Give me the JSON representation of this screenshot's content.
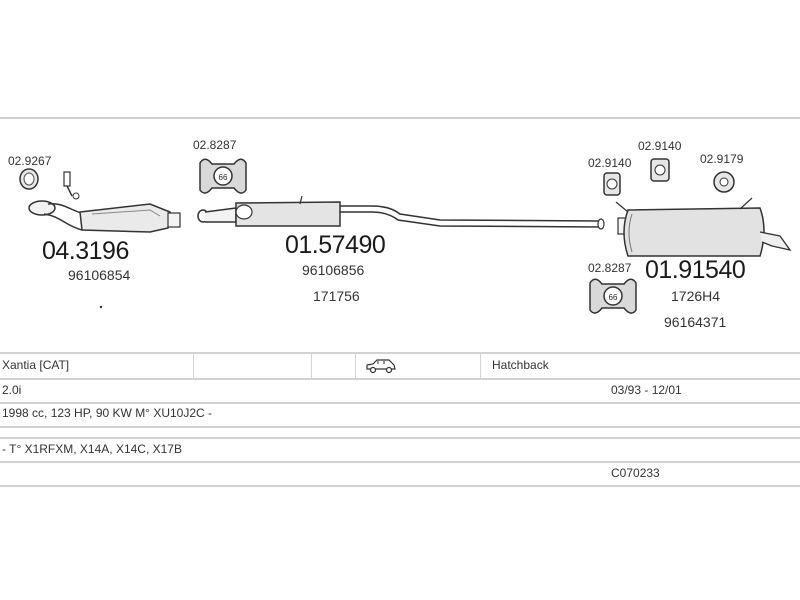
{
  "parts": {
    "clamp_left": "02.9267",
    "hanger_left": "02.8287",
    "cat_part": "04.3196",
    "cat_oem": "96106854",
    "mid_part": "01.57490",
    "mid_oem1": "96106856",
    "mid_oem2": "171756",
    "hanger_r1": "02.9140",
    "hanger_r2": "02.9140",
    "ring_r": "02.9179",
    "hanger_r3": "02.8287",
    "rear_part": "01.91540",
    "rear_oem1": "1726H4",
    "rear_oem2": "96164371",
    "hanger_code": "66"
  },
  "table": {
    "model": "Xantia  [CAT]",
    "body_type": "Hatchback",
    "engine": "2.0i",
    "years": "03/93 - 12/01",
    "specs": "1998 cc, 123 HP, 90 KW  M° XU10J2C  -",
    "types": "-  T° X1RFXM, X14A, X14C, X17B",
    "code": "C070233"
  },
  "icons": {
    "car": "car-side-icon"
  }
}
